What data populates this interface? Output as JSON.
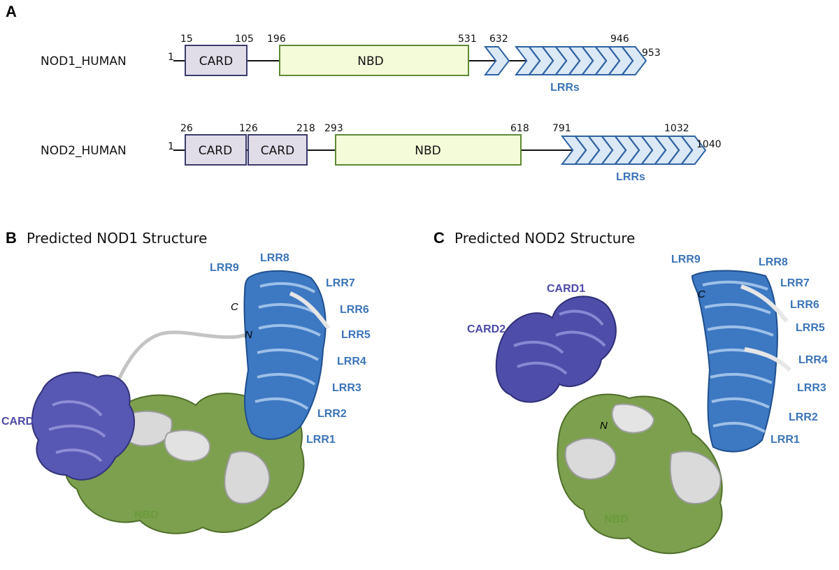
{
  "panel_a": {
    "letter": "A",
    "proteins": [
      {
        "name": "NOD1_HUMAN",
        "start": "1",
        "end": "953",
        "domains": [
          {
            "label": "CARD",
            "start": "15",
            "end": "105"
          },
          {
            "label": "NBD",
            "start": "196",
            "end": "531"
          }
        ],
        "lrr": {
          "label": "LRRs",
          "start": "632",
          "end": "946"
        }
      },
      {
        "name": "NOD2_HUMAN",
        "start": "1",
        "end": "1040",
        "domains": [
          {
            "label": "CARD",
            "start": "26",
            "end": ""
          },
          {
            "label": "CARD",
            "start": "126",
            "end": "218"
          },
          {
            "label": "NBD",
            "start": "293",
            "end": "618"
          }
        ],
        "lrr": {
          "label": "LRRs",
          "start": "791",
          "end": "1032"
        }
      }
    ]
  },
  "panel_b": {
    "letter": "B",
    "title": "Predicted NOD1 Structure",
    "labels": {
      "lrr": [
        "LRR9",
        "LRR8",
        "LRR7",
        "LRR6",
        "LRR5",
        "LRR4",
        "LRR3",
        "LRR2",
        "LRR1"
      ],
      "card": "CARD",
      "nbd": "NBD",
      "c_term": "C",
      "n_term": "N"
    }
  },
  "panel_c": {
    "letter": "C",
    "title": "Predicted NOD2 Structure",
    "labels": {
      "lrr": [
        "LRR9",
        "LRR8",
        "LRR7",
        "LRR6",
        "LRR5",
        "LRR4",
        "LRR3",
        "LRR2",
        "LRR1"
      ],
      "card1": "CARD1",
      "card2": "CARD2",
      "nbd": "NBD",
      "c_term": "C",
      "n_term": "N"
    }
  },
  "colors": {
    "lrr_blue": "#3b74b8",
    "card_purple": "#4a4aa8",
    "nbd_green": "#6a9a3a",
    "card_box_fill": "#e1dde8",
    "card_box_stroke": "#3b3b6e",
    "nbd_box_fill": "#f4fbd9",
    "nbd_box_stroke": "#5d8a34",
    "lrr_fill": "#dbe8f6",
    "lrr_stroke": "#2f63a4"
  }
}
